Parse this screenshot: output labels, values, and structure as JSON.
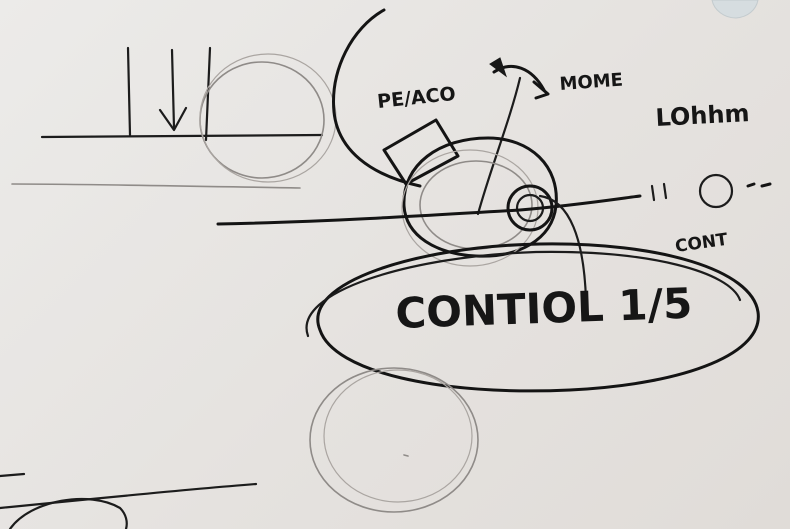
{
  "labels": {
    "pedal": "PE/ACO",
    "motion": "MOME",
    "label_right": "LOhhm",
    "cont": "CONT",
    "control_ratio": "CONTIOL 1/5"
  },
  "colors": {
    "paper": "#e9e6e3",
    "marker": "#141414",
    "pencil": "#8f8b88"
  }
}
